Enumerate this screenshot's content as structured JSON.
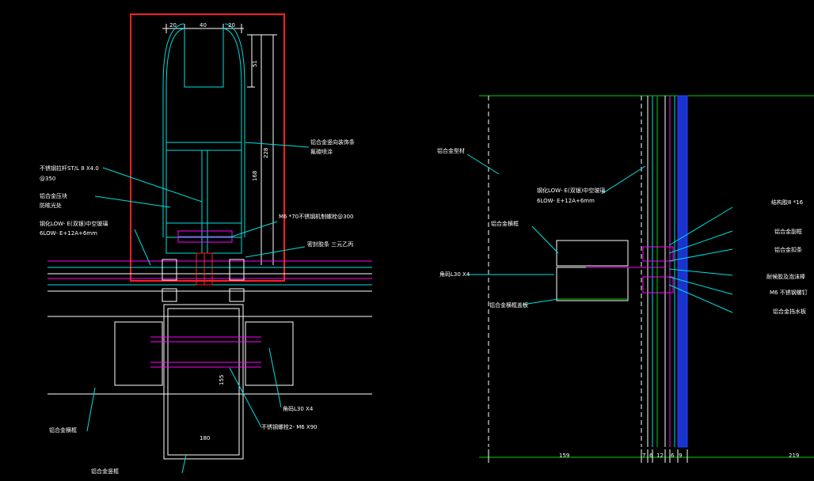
{
  "left_detail": {
    "dims": {
      "d20a": "20",
      "d40": "40",
      "d20b": "20",
      "d51": "51",
      "d228": "228",
      "d168": "168",
      "d155": "155",
      "d180": "180"
    },
    "labels": {
      "steel_tube": "不锈钢拉杆ST/L 8 X4.0",
      "steel_tube_at": "@350",
      "alu_trim": "铝合金压块",
      "anti_glare": "防眩光处",
      "glass_1": "钢化LOW- E(双银)中空玻璃",
      "glass_2": "6LOW- E+12A+6mm",
      "mullion_1": "铝合金竖向装饰条",
      "mullion_2": "氟碳喷涂",
      "bolt": "M6 *70不锈钢机制螺栓@300",
      "sealant": "密封胶条 三元乙丙",
      "angle": "角码L30 X4",
      "bolt2": "不锈钢螺栓2- M6 X90",
      "alu_frame": "铝合金横框",
      "alu_post": "铝合金竖框"
    }
  },
  "right_detail": {
    "dims": {
      "d159": "159",
      "d7": "7",
      "d6a": "6",
      "d12": "12",
      "d6b": "6",
      "d9": "9",
      "d219": "219"
    },
    "labels": {
      "alu_panel": "铝合金型材",
      "glass_1": "钢化LOW- E(双银)中空玻璃",
      "glass_2": "6LOW- E+12A+6mm",
      "alu_frame": "铝合金横框",
      "angle": "角码L30 X4",
      "alu_cover": "铝合金横框盖板",
      "struct_glue": "结构胶8 *16",
      "alu_a": "铝合金副框",
      "alu_b": "铝合金扣条",
      "gasket": "耐候胶及泡沫棒",
      "screw": "M6 不锈钢螺钉",
      "alu_c": "铝合金挡水板"
    }
  },
  "colors": {
    "line": "#00e0e0",
    "white": "#ffffff",
    "green": "#00d000",
    "magenta": "#ff00ff",
    "blue": "#2040ff",
    "red": "#ff2020"
  }
}
